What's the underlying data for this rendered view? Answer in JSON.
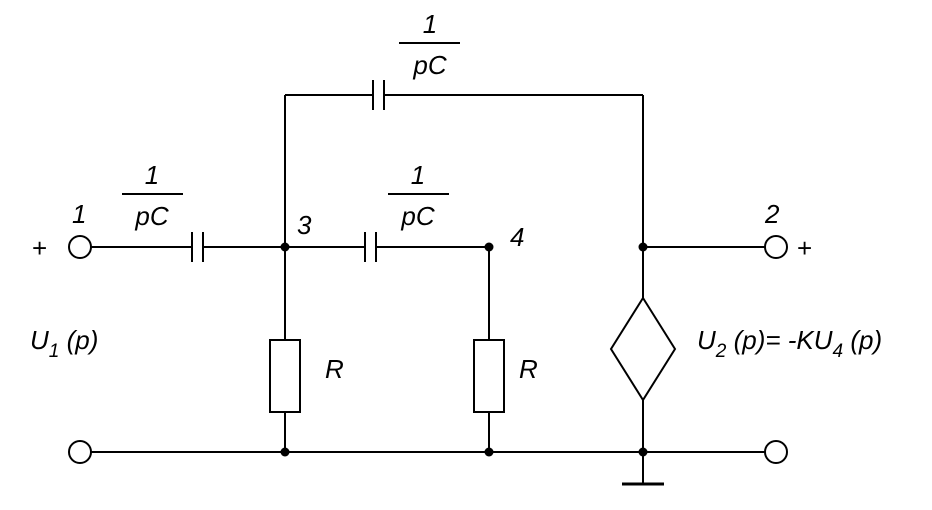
{
  "capacitor_label": {
    "num": "1",
    "den": "pC"
  },
  "resistor_label": "R",
  "nodes": {
    "n1": "1",
    "n2": "2",
    "n3": "3",
    "n4": "4"
  },
  "signs": {
    "in_plus": "+",
    "out_plus": "+"
  },
  "input": {
    "var": "U",
    "sub": "1",
    "arg": " (p)"
  },
  "output": {
    "var": "U",
    "sub": "2",
    "mid": " (p)=  -KU",
    "sub2": "4",
    "arg": " (p)"
  }
}
